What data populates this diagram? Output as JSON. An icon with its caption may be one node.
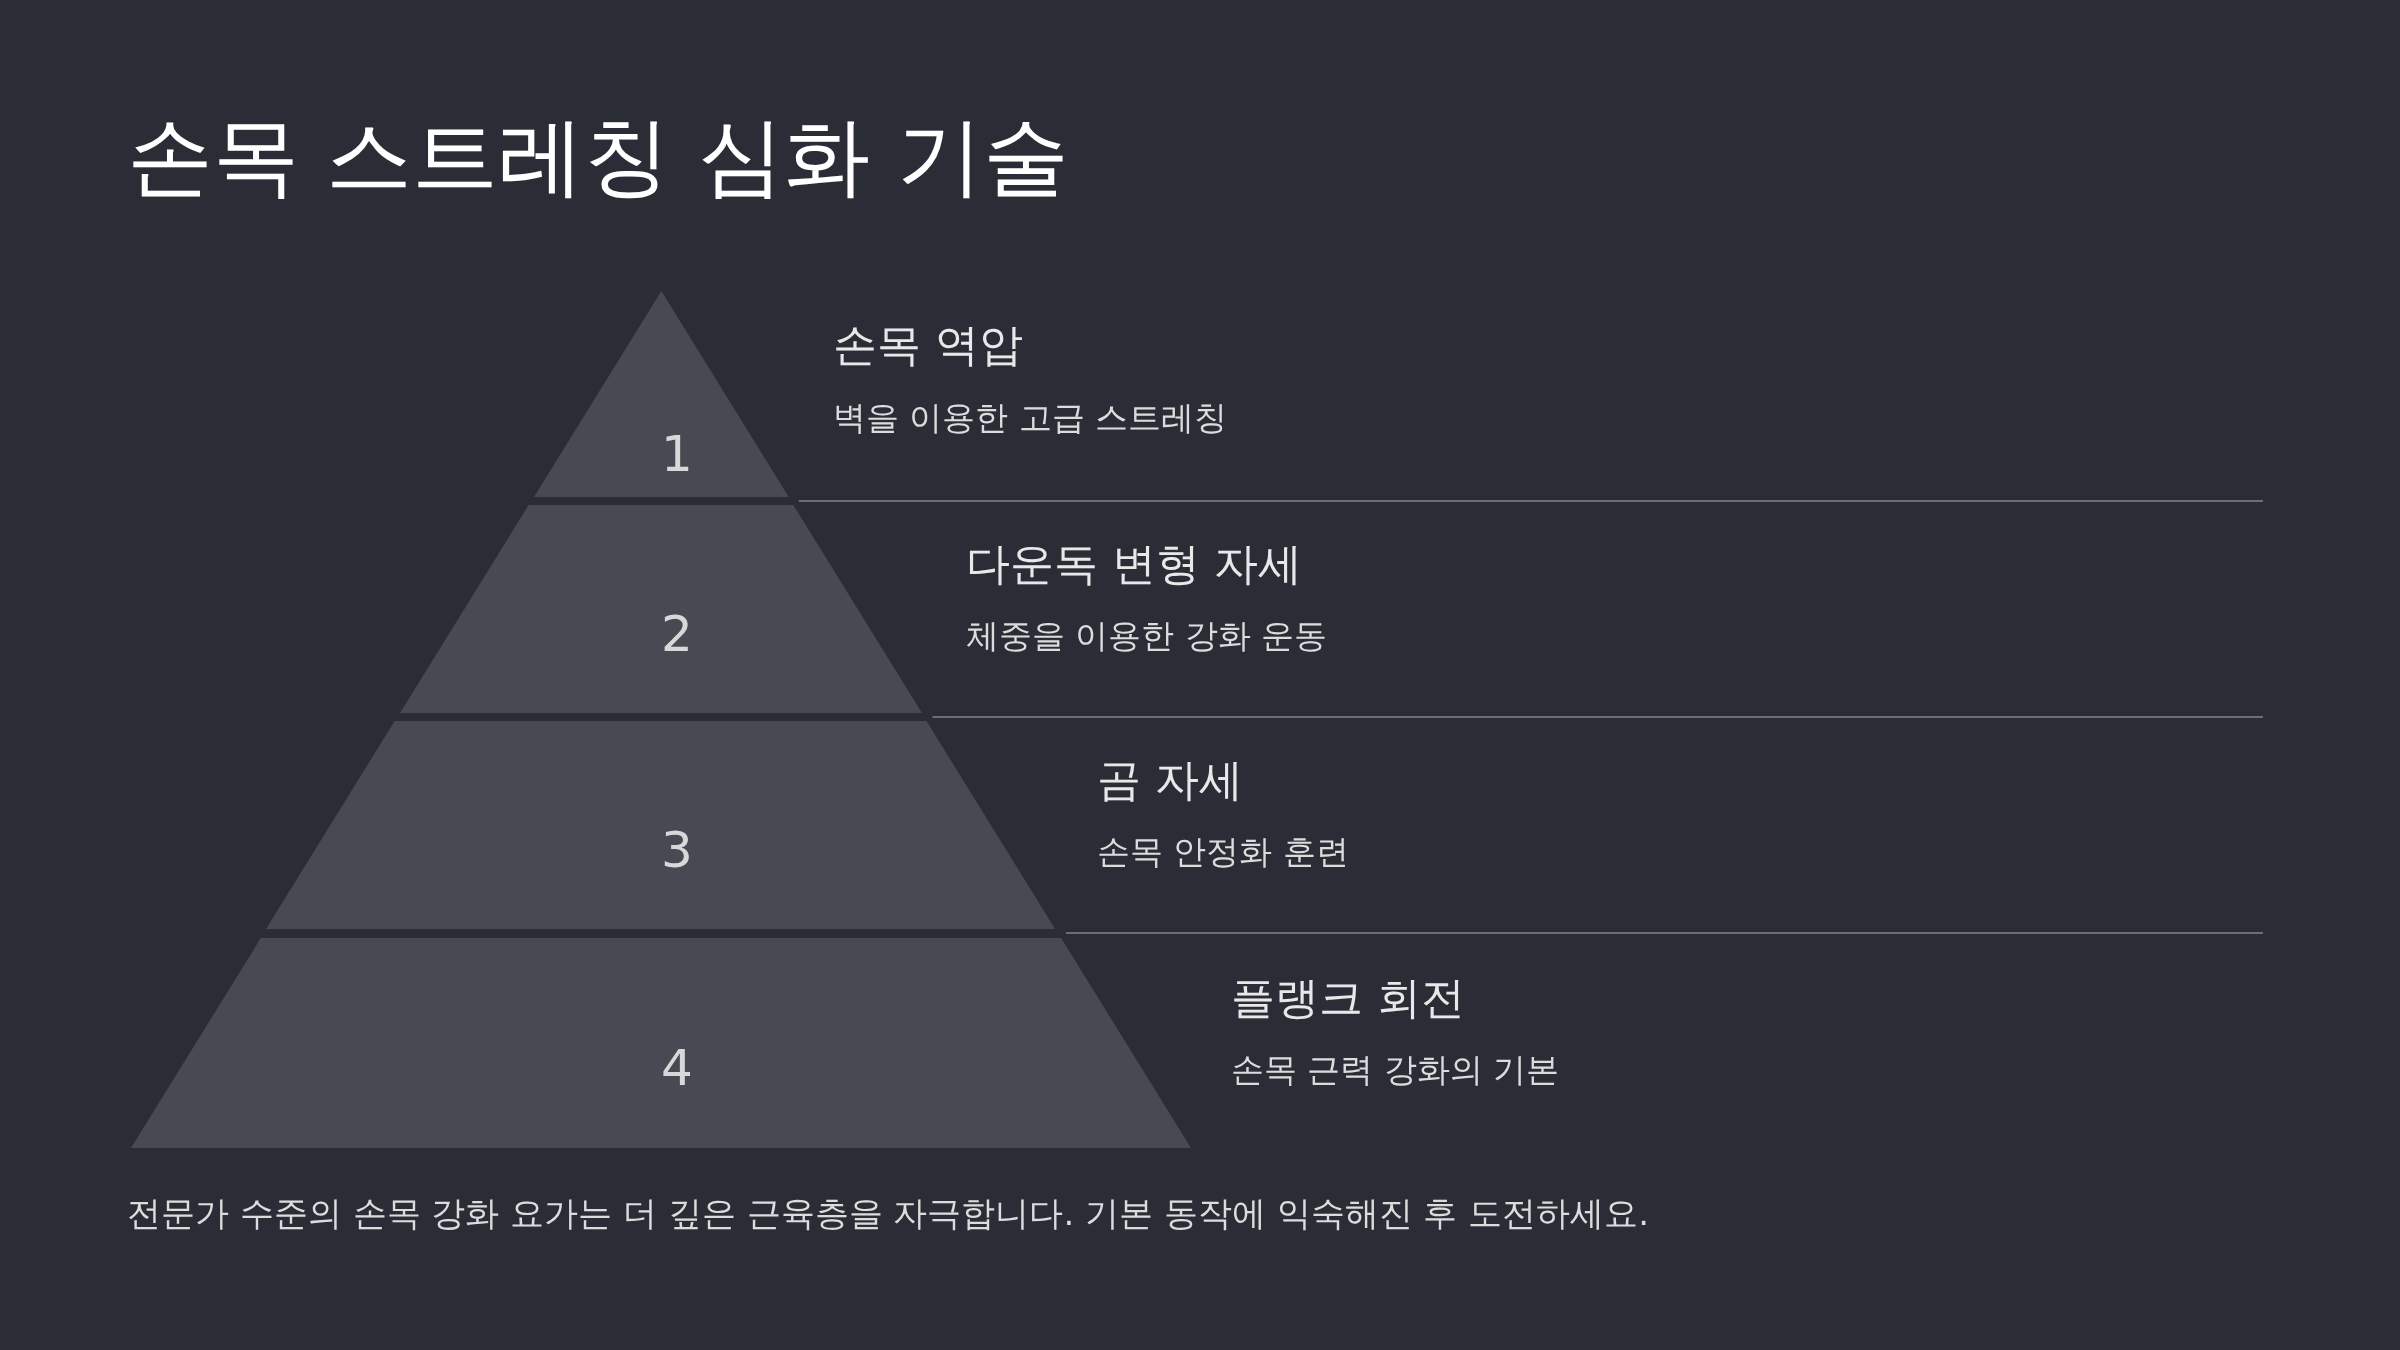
{
  "diagram": {
    "title": "손목 스트레칭 심화 기술",
    "nodes": [
      {
        "text": [
          "1"
        ],
        "beside": [
          "손목 역압",
          "벽을 이용한 고급 스트레칭"
        ]
      },
      {
        "text": [
          "2"
        ],
        "beside": [
          "다운독 변형 자세",
          "체중을 이용한 강화 운동"
        ]
      },
      {
        "text": [
          "3"
        ],
        "beside": [
          "곰 자세",
          "손목 안정화 훈련"
        ]
      },
      {
        "text": [
          "4"
        ],
        "beside": [
          "플랭크 회전",
          "손목 근력 강화의 기본"
        ]
      }
    ],
    "caption": "전문가 수준의 손목 강화 요가는 더 깊은 근육층을 자극합니다. 기본 동작에 익숙해진 후 도전하세요."
  }
}
